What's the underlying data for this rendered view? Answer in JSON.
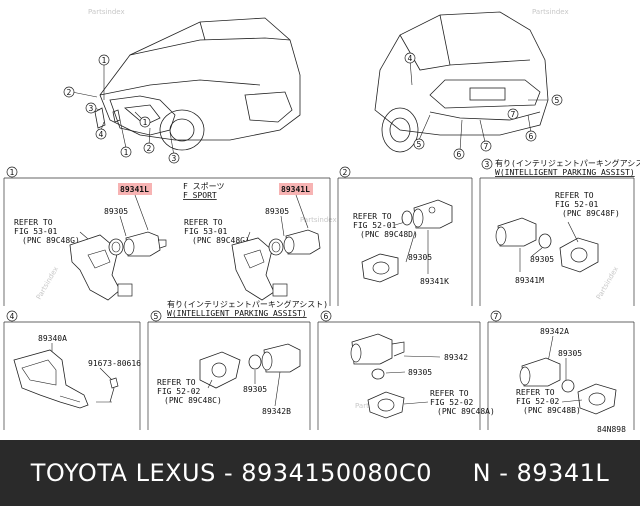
{
  "watermark": "Partsindex",
  "diagram_code": "84N898",
  "callouts": [
    "1",
    "2",
    "3",
    "4",
    "5",
    "6",
    "7"
  ],
  "section1": {
    "circle": "1",
    "left": {
      "part_label": "89341L",
      "ring": "89305",
      "refer_to": "REFER TO",
      "fig": "FIG 53-01",
      "pnc": "(PNC 89C48G)"
    },
    "variant_jp": "F スポーツ",
    "variant_en": "F SPORT",
    "right": {
      "part_label": "89341L",
      "ring": "89305",
      "refer_to": "REFER TO",
      "fig": "FIG 53-01",
      "pnc": "(PNC 89C48G)"
    }
  },
  "section2": {
    "circle": "2",
    "refer_to": "REFER TO",
    "fig": "FIG 52-01",
    "pnc": "(PNC 89C48D)",
    "ring": "89305",
    "part": "89341K"
  },
  "section3": {
    "circle": "3",
    "note_jp": "有り(インテリジェントパーキングアシスト)",
    "note_en": "W(INTELLIGENT PARKING ASSIST)",
    "refer_to": "REFER TO",
    "fig": "FIG 52-01",
    "pnc": "(PNC 89C48F)",
    "ring": "89305",
    "part": "89341M"
  },
  "section4": {
    "circle": "4",
    "part": "89340A",
    "screw": "91673-80616"
  },
  "section5": {
    "circle": "5",
    "note_jp": "有り(インテリジェントパーキングアシスト)",
    "note_en": "W(INTELLIGENT PARKING ASSIST)",
    "refer_to": "REFER TO",
    "fig": "FIG 52-02",
    "pnc": "(PNC 89C48C)",
    "ring": "89305",
    "part": "89342B"
  },
  "section6": {
    "circle": "6",
    "part": "89342",
    "ring": "89305",
    "refer_to": "REFER TO",
    "fig": "FIG 52-02",
    "pnc": "(PNC 89C48A)"
  },
  "section7": {
    "circle": "7",
    "part": "89342A",
    "ring": "89305",
    "refer_to": "REFER TO",
    "fig": "FIG 52-02",
    "pnc": "(PNC 89C48B)"
  },
  "footer": {
    "text": "TOYOTA LEXUS - 8934150080C0     N - 89341L"
  },
  "colors": {
    "highlight": "#f7b3b3",
    "footer_bg": "#2a2a2a",
    "footer_text": "#ffffff"
  }
}
